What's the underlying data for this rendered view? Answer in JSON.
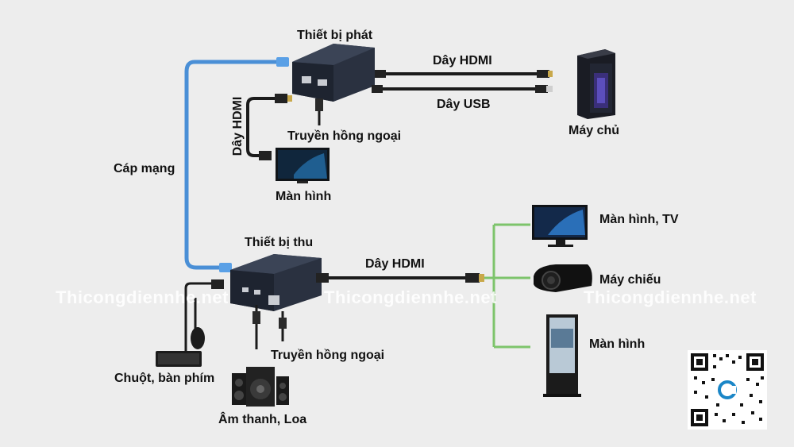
{
  "labels": {
    "transmitter": "Thiết bị phát",
    "hdmi_top": "Dây HDMI",
    "usb": "Dây USB",
    "server": "Máy chủ",
    "hdmi_left_vertical": "Dây HDMI",
    "ir_top": "Truyền hồng ngoại",
    "monitor_top": "Màn hình",
    "network_cable": "Cáp mạng",
    "receiver": "Thiết bị thu",
    "hdmi_bottom": "Dây HDMI",
    "monitor_tv": "Màn hình, TV",
    "projector": "Máy chiếu",
    "kiosk": "Màn hình",
    "ir_bottom": "Truyền hồng ngoại",
    "mouse_keyboard": "Chuột, bàn phím",
    "speakers": "Âm thanh, Loa"
  },
  "watermark": "Thicongdiennhe.net",
  "colors": {
    "background": "#ededed",
    "network_cable": "#4a8fd6",
    "green_split": "#7dc46b",
    "cable_dark": "#1b1b1b",
    "device_body": "#2a3140"
  }
}
